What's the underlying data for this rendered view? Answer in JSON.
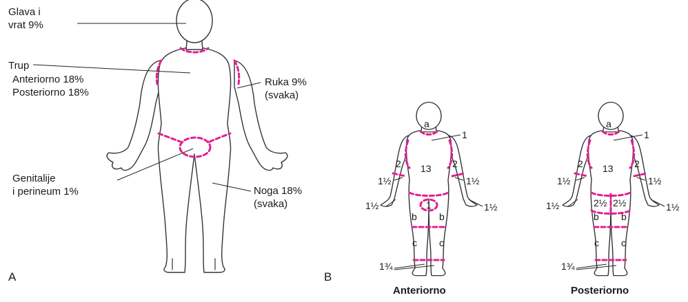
{
  "colors": {
    "burn_dash": "#e0208f",
    "outline": "#333333"
  },
  "figure_a": {
    "panel_label": "A",
    "labels": {
      "head_line1": "Glava i",
      "head_line2": "vrat 9%",
      "trunk_title": "Trup",
      "trunk_anterior": "Anteriorno 18%",
      "trunk_posterior": "Posteriorno 18%",
      "arm_line1": "Ruka 9%",
      "arm_line2": "(svaka)",
      "genital_line1": "Genitalije",
      "genital_line2": "i perineum 1%",
      "leg_line1": "Noga 18%",
      "leg_line2": "(svaka)"
    }
  },
  "figure_b": {
    "panel_label": "B",
    "anterior": {
      "caption": "Anteriorno",
      "head": "a",
      "neck": "1",
      "trunk": "13",
      "upper_arm_left": "2",
      "upper_arm_right": "2",
      "forearm_left": "1½",
      "forearm_right": "1½",
      "hand_left": "1½",
      "hand_right": "1½",
      "genital": "1",
      "thigh_left": "b",
      "thigh_right": "b",
      "lower_leg_left": "c",
      "lower_leg_right": "c",
      "foot": "1¾"
    },
    "posterior": {
      "caption": "Posteriorno",
      "head": "a",
      "neck": "1",
      "trunk": "13",
      "upper_arm_left": "2",
      "upper_arm_right": "2",
      "forearm_left": "1½",
      "forearm_right": "1½",
      "hand_left": "1½",
      "hand_right": "1½",
      "buttock_left": "2½",
      "buttock_right": "2½",
      "thigh_left": "b",
      "thigh_right": "b",
      "lower_leg_left": "c",
      "lower_leg_right": "c",
      "foot": "1¾"
    }
  }
}
